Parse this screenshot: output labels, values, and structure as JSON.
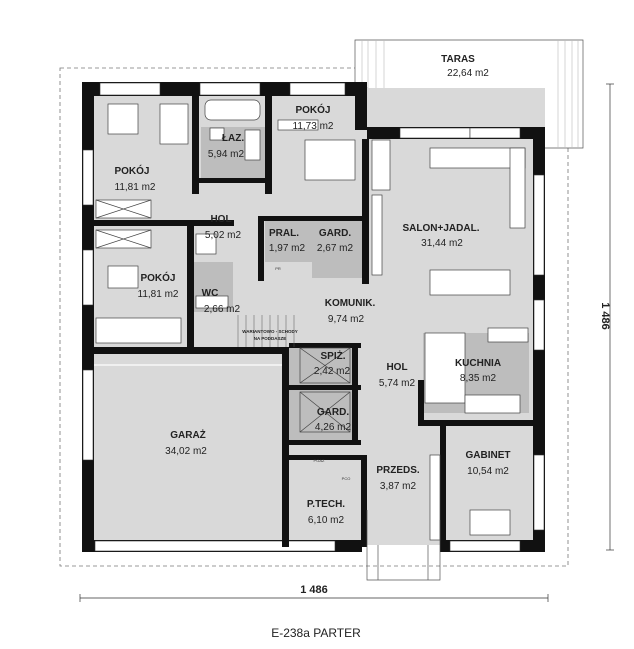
{
  "plan_title": "E-238a PARTER",
  "dimensions": {
    "width": "1 486",
    "depth": "1 486"
  },
  "rooms": {
    "taras": {
      "name": "TARAS",
      "area": "22,64 m2"
    },
    "lazienka": {
      "name": "ŁAZ.",
      "area": "5,94 m2"
    },
    "pokoj_top": {
      "name": "POKÓJ",
      "area": "11,73 m2"
    },
    "pokoj_nw": {
      "name": "POKÓJ",
      "area": "11,81 m2"
    },
    "pokoj_w": {
      "name": "POKÓJ",
      "area": "11,81 m2"
    },
    "hol_n": {
      "name": "HOL",
      "area": "5,02 m2"
    },
    "pral": {
      "name": "PRAL.",
      "area": "1,97 m2"
    },
    "gard_n": {
      "name": "GARD.",
      "area": "2,67 m2"
    },
    "salon": {
      "name": "SALON+JADAL.",
      "area": "31,44 m2"
    },
    "wc": {
      "name": "WC",
      "area": "2,66 m2"
    },
    "komunik": {
      "name": "KOMUNIK.",
      "area": "9,74 m2"
    },
    "spiz": {
      "name": "SPIŻ.",
      "area": "2,42 m2"
    },
    "hol_s": {
      "name": "HOL",
      "area": "5,74 m2"
    },
    "kuchnia": {
      "name": "KUCHNIA",
      "area": "8,35 m2"
    },
    "gard_s": {
      "name": "GARD.",
      "area": "4,26 m2"
    },
    "garaz": {
      "name": "GARAŻ",
      "area": "34,02 m2"
    },
    "gabinet": {
      "name": "GABINET",
      "area": "10,54 m2"
    },
    "przeds": {
      "name": "PRZEDS.",
      "area": "3,87 m2"
    },
    "ptech": {
      "name": "P.TECH.",
      "area": "6,10 m2"
    }
  },
  "annotations": {
    "stairs_line1": "WARIANTOWO - SCHODY",
    "stairs_line2": "NA PODDASZE",
    "pr": "PR",
    "pgaz": "PGAZ",
    "pco": "PCO"
  },
  "colors": {
    "wall": "#111111",
    "floor": "#d9d9d9",
    "line": "#444444",
    "highlight": "#bdbdbd"
  }
}
